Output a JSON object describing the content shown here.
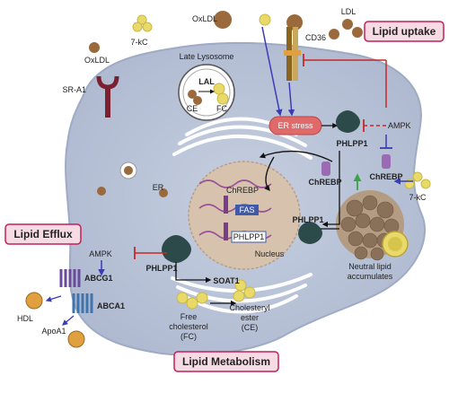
{
  "panels": {
    "lipid_uptake": "Lipid uptake",
    "lipid_efflux": "Lipid Efflux",
    "lipid_metabolism": "Lipid Metabolism"
  },
  "labels": {
    "oxldl_top": "OxLDL",
    "sevenkc_top": "7-kC",
    "ldl": "LDL",
    "cd36": "CD36",
    "oxldl_left": "OxLDL",
    "sra1": "SR-A1",
    "late_lysosome": "Late Lysosome",
    "lal": "LAL",
    "ce_lyso": "CE",
    "fc_lyso": "FC",
    "er_stress": "ER stress",
    "ampk_right": "AMPK",
    "phlpp1_right": "PHLPP1",
    "chrebp_mid": "ChREBP",
    "chrebp_right": "ChREBP",
    "sevenkc_right": "7-kC",
    "er": "ER",
    "chrebp_nucleus": "ChREBP",
    "fas": "FAS",
    "phlpp1_gene": "PHLPP1",
    "nucleus": "Nucleus",
    "phlpp1_mid": "PHLPP1",
    "neutral_lipid_1": "Neutral lipid",
    "neutral_lipid_2": "accumulates",
    "ampk_left": "AMPK",
    "abcg1": "ABCG1",
    "abca1": "ABCA1",
    "hdl": "HDL",
    "apoa1": "ApoA1",
    "phlpp1_left": "PHLPP1",
    "soat1": "SOAT1",
    "free_chol_1": "Free",
    "free_chol_2": "cholesterol",
    "free_chol_3": "(FC)",
    "chol_ester_1": "Cholesteryl",
    "chol_ester_2": "ester",
    "chol_ester_3": "(CE)"
  },
  "colors": {
    "cell": "#b9c4d8",
    "cell_edge": "#9fabc4",
    "panel_border": "#c0205a",
    "panel_fill": "#f6dbe4",
    "er_stress": "#e06a6a",
    "inhibit": "#c62828",
    "activate": "#3b3bb3",
    "phlpp1": "#2c4a4a",
    "lipid": "#e8d968",
    "ldl_particle": "#9a6a3c",
    "receptor": "#8b6420",
    "sra1": "#7a2030",
    "abcg1": "#6a4a9a",
    "abca1": "#3f74ad",
    "nucleus": "#d7c2ad",
    "green_arrow": "#3aa34a"
  },
  "icons": [
    "protein-phlpp1-icon",
    "lipoprotein-icon",
    "lipid-droplet-icon",
    "dna-icon",
    "receptor-icon"
  ]
}
